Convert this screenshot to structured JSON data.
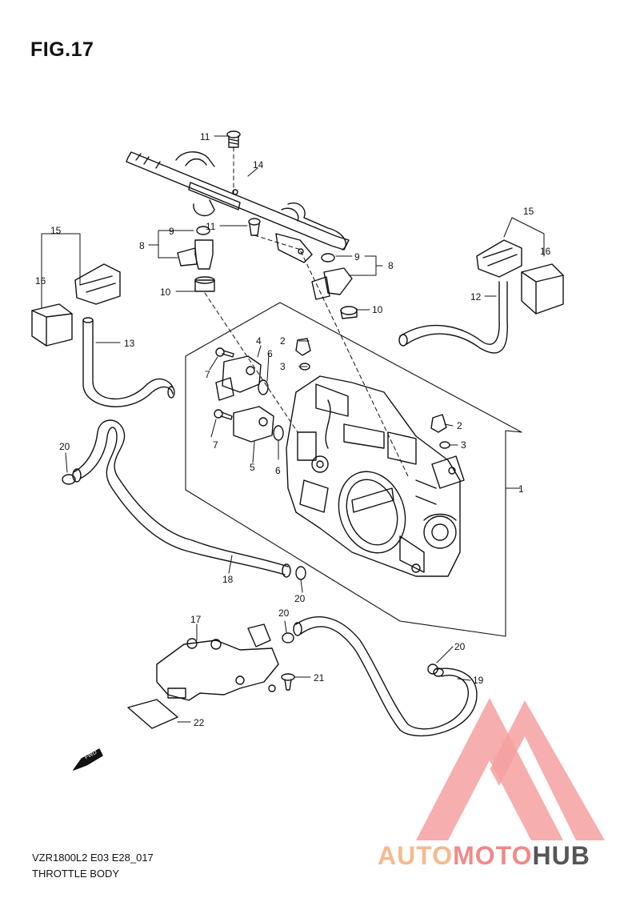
{
  "figure": {
    "title": "FIG.17",
    "model_code": "VZR1800L2 E03 E28_017",
    "name": "THROTTLE BODY"
  },
  "callouts": [
    "1",
    "2",
    "2",
    "3",
    "3",
    "4",
    "5",
    "6",
    "6",
    "7",
    "7",
    "8",
    "8",
    "9",
    "9",
    "10",
    "10",
    "11",
    "11",
    "12",
    "13",
    "14",
    "15",
    "15",
    "16",
    "16",
    "17",
    "18",
    "19",
    "20",
    "20",
    "20",
    "20",
    "21",
    "22"
  ],
  "fwd_label": "FWD",
  "watermark": {
    "text_part1": "AUTO",
    "text_part2": "MOTO",
    "text_part3": "HUB",
    "color_part1": "#f6b98f",
    "color_part2": "#f08a8a",
    "color_part3": "#555555",
    "logo_color": "#f05050"
  },
  "colors": {
    "line": "#111111",
    "background": "#ffffff"
  }
}
